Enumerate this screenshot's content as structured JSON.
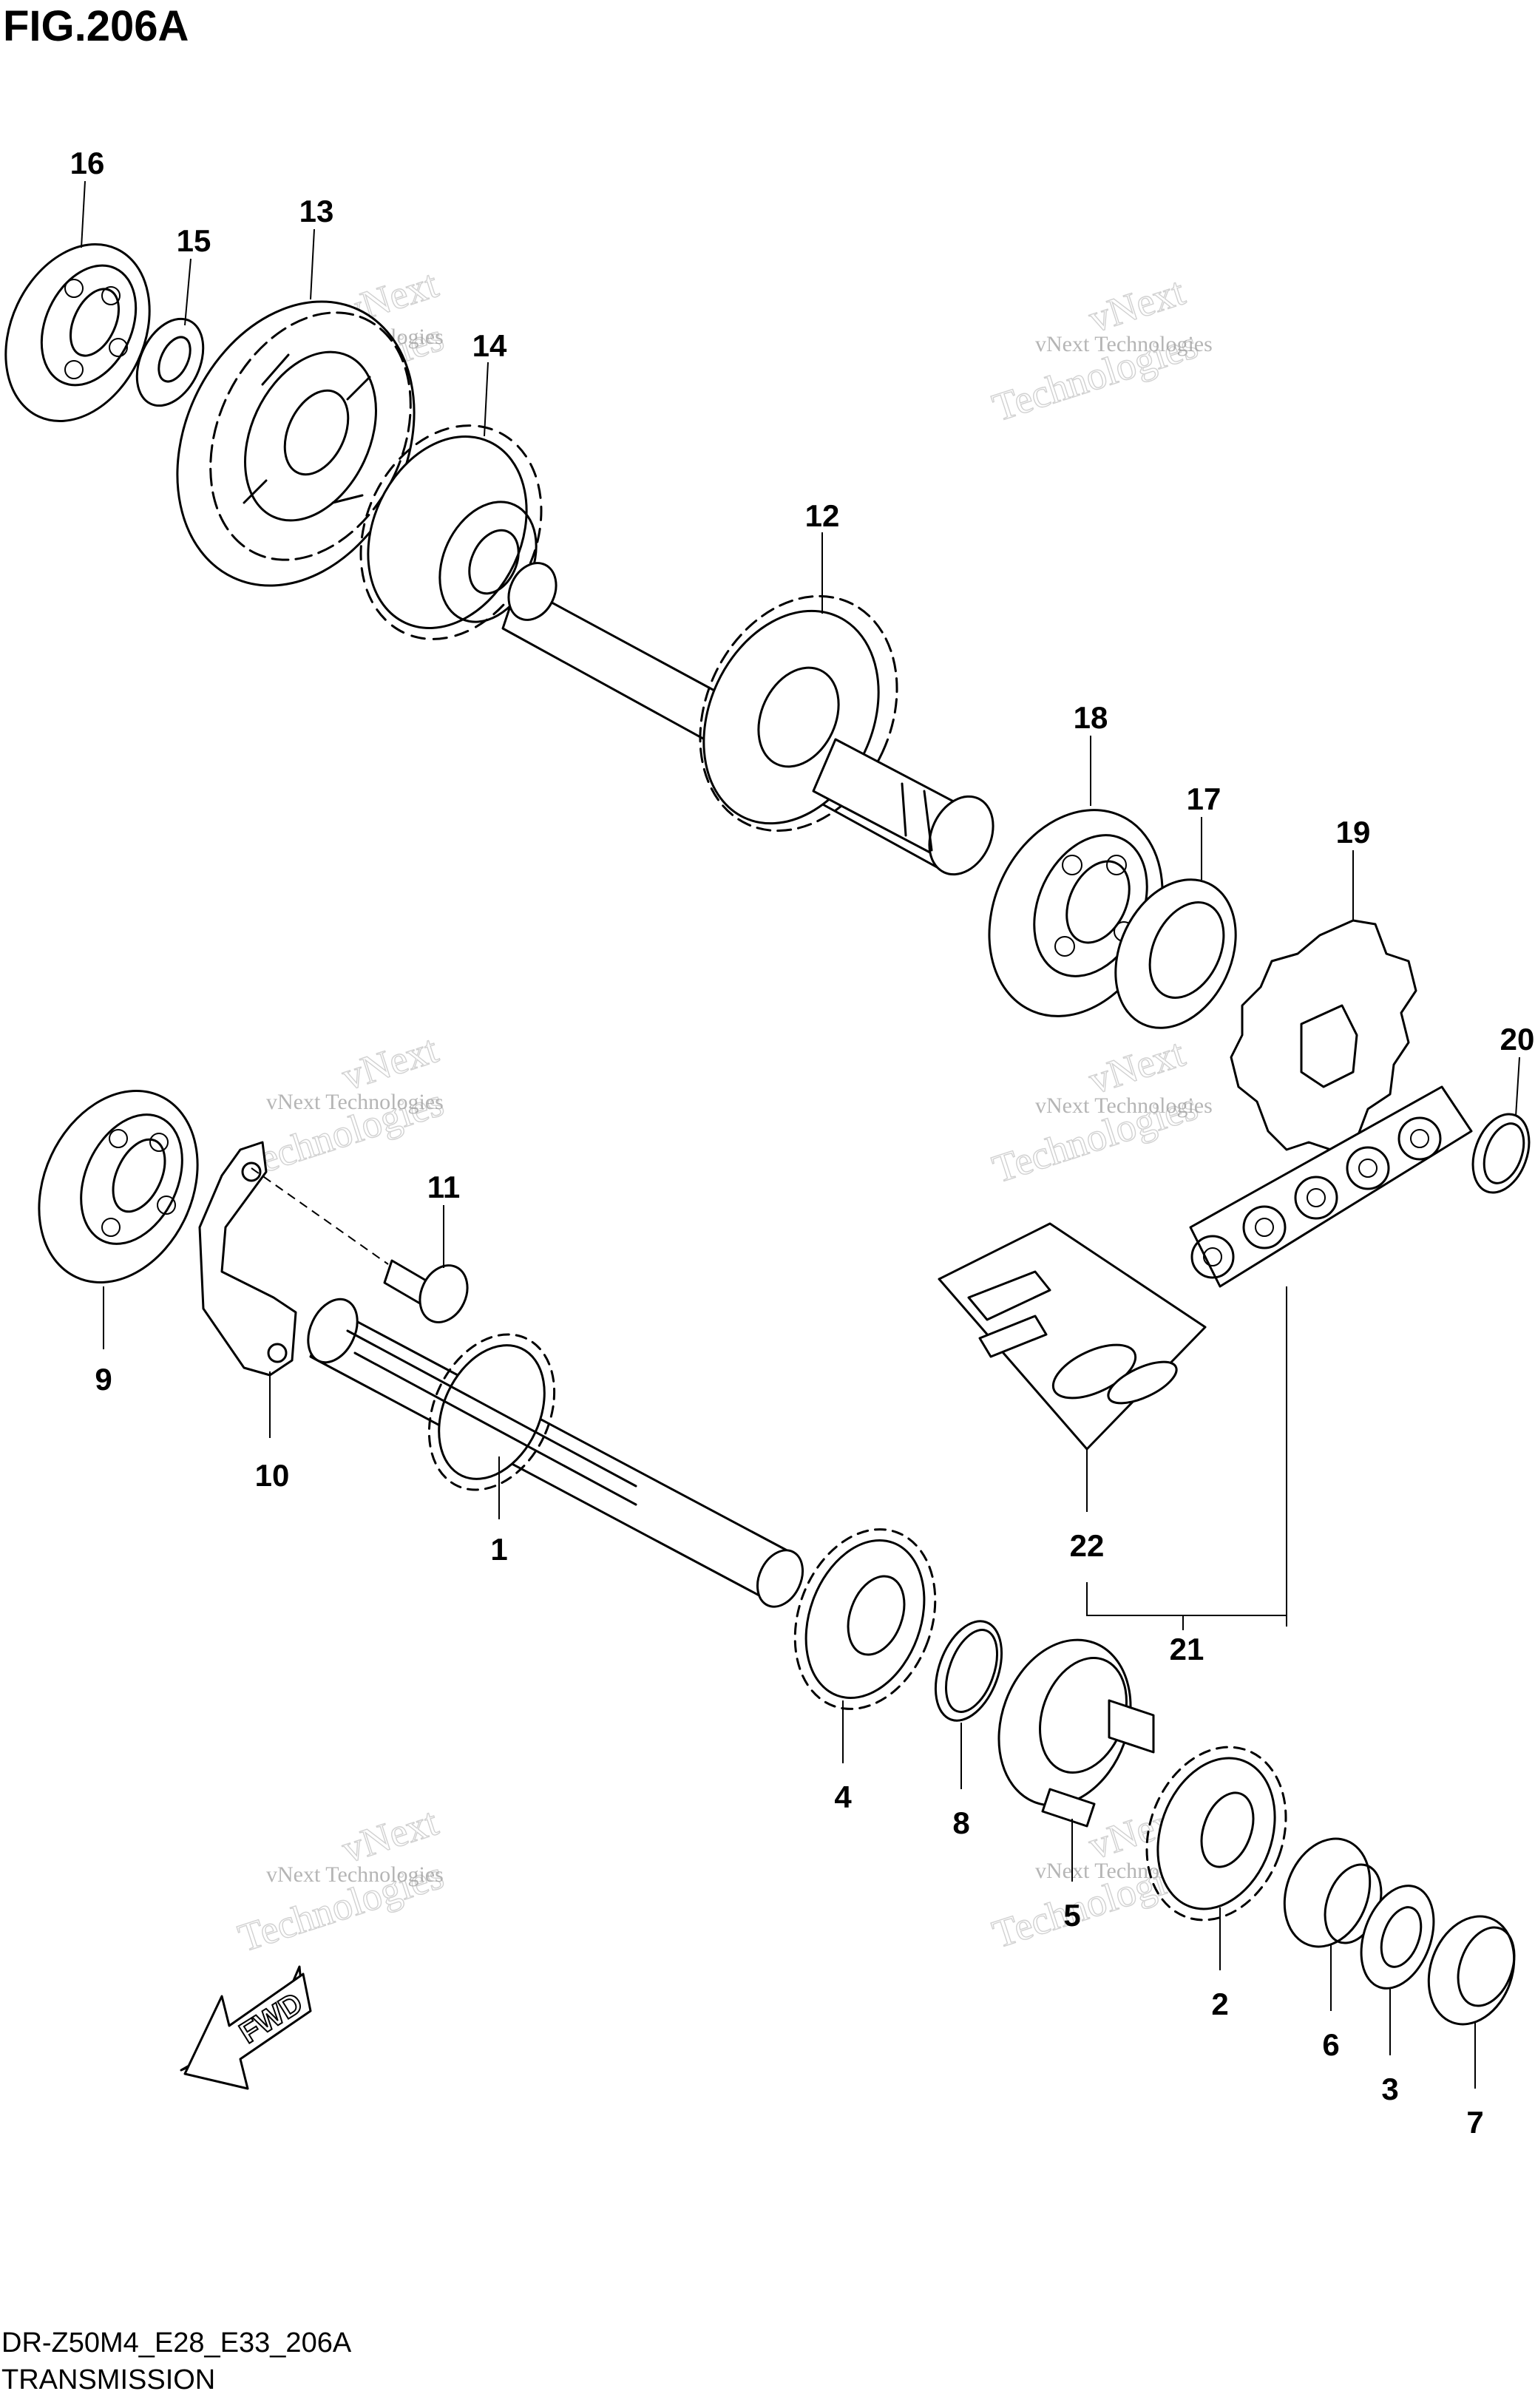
{
  "figure": {
    "title": "FIG.206A",
    "model_code": "DR-Z50M4_E28_E33_206A",
    "section": "TRANSMISSION",
    "fwd_label": "FWD"
  },
  "watermark": {
    "line1": "vNext Technologies",
    "line2": "vNext",
    "line3": "Technologies"
  },
  "callouts": [
    "1",
    "2",
    "3",
    "4",
    "5",
    "6",
    "7",
    "8",
    "9",
    "10",
    "11",
    "12",
    "13",
    "14",
    "15",
    "16",
    "17",
    "18",
    "19",
    "20",
    "21",
    "22"
  ]
}
